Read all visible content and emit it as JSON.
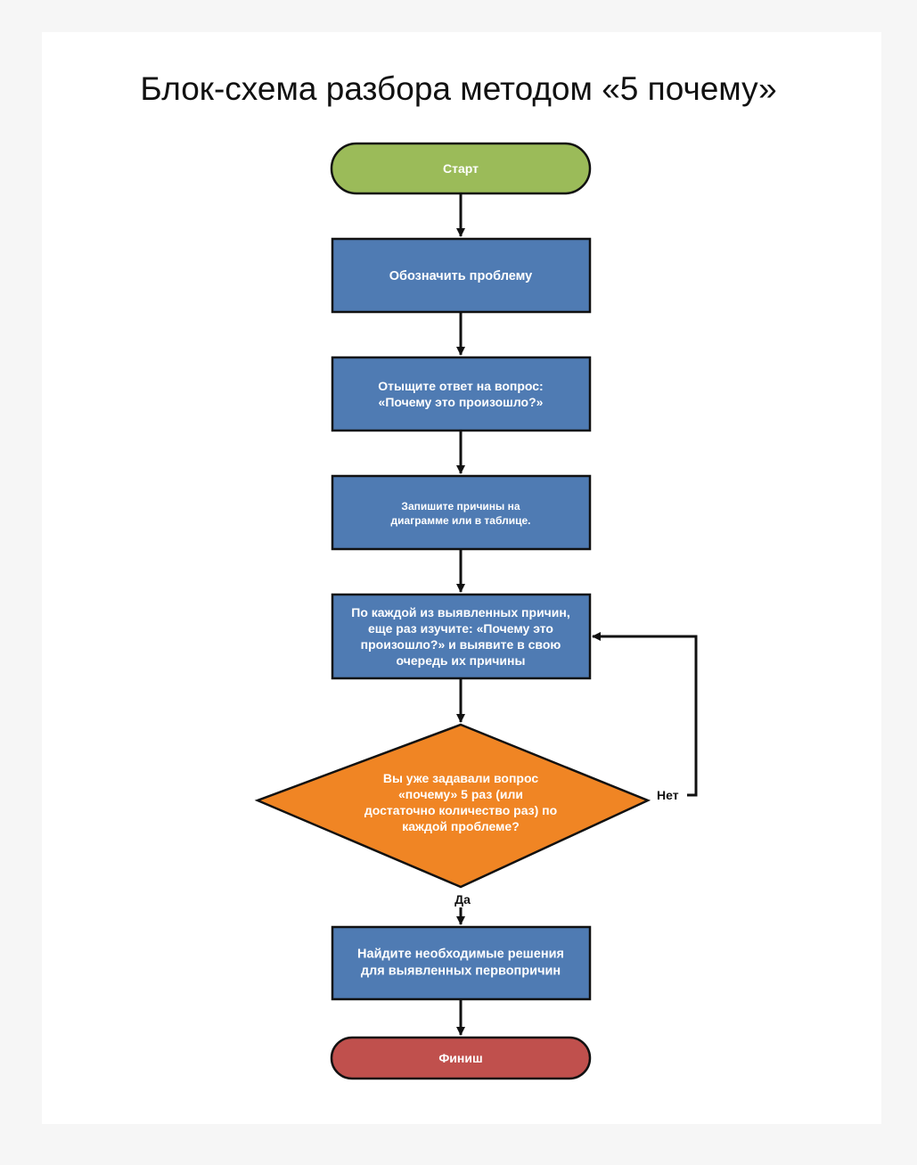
{
  "title": "Блок-схема разбора методом «5 почему»",
  "colors": {
    "start": "#9bbb59",
    "process": "#4f7bb3",
    "decision": "#f08524",
    "finish": "#c0504d",
    "stroke": "#111111"
  },
  "nodes": {
    "start": [
      "Старт"
    ],
    "define_problem": [
      "Обозначить проблему"
    ],
    "find_answer": [
      "Отыщите ответ на вопрос:",
      "«Почему это произошло?»"
    ],
    "write_causes": [
      "Запишите причины на",
      "диаграмме или в таблице."
    ],
    "examine_each": [
      "По каждой из выявленных причин,",
      "еще раз изучите: «Почему это",
      "произошло?» и выявите в свою",
      "очередь их причины"
    ],
    "decision": [
      "Вы уже задавали вопрос",
      "«почему» 5 раз (или",
      "достаточно количество раз) по",
      "каждой проблеме?"
    ],
    "find_solutions": [
      "Найдите необходимые решения",
      "для выявленных первопричин"
    ],
    "finish": [
      "Финиш"
    ]
  },
  "edges": {
    "no_label": "Нет",
    "yes_label": "Да"
  }
}
